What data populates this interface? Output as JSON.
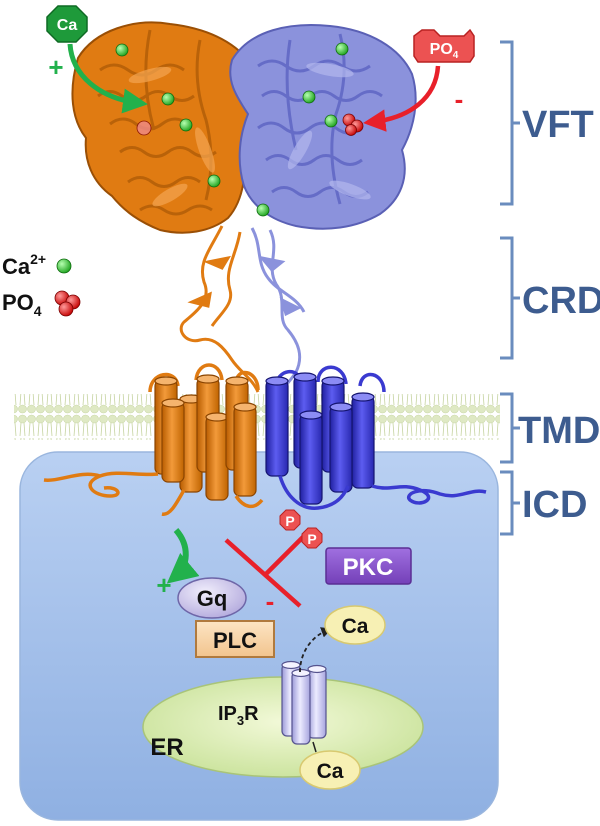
{
  "domains": {
    "vft": "VFT",
    "crd": "CRD",
    "tmd": "TMD",
    "icd": "ICD"
  },
  "legend": {
    "calcium": "Ca",
    "calcium_charge": "2+",
    "phosphate": "PO",
    "phosphate_sub": "4"
  },
  "ligand_tags": {
    "calcium": "Ca",
    "calcium_effect": "+",
    "phosphate": "PO",
    "phosphate_sub": "4",
    "phosphate_effect": "-"
  },
  "signaling": {
    "gq": "Gq",
    "plc": "PLC",
    "pkc": "PKC",
    "phospho_1": "P",
    "phospho_2": "P",
    "gq_effect": "+",
    "pkc_effect": "-",
    "ip3r": "IP",
    "ip3r_sub": "3",
    "ip3r_suffix": "R",
    "er": "ER",
    "ca_released": "Ca",
    "ca_stored": "Ca"
  },
  "colors": {
    "subunit_a": "#e07b12",
    "subunit_b": "#3a3ad0",
    "subunit_b_light": "#8b92dc",
    "cytoplasm": "#a9c4ec",
    "membrane": "#dde8c0",
    "er": "#d8ebb0",
    "bracket": "#6a8cbe",
    "label": "#3d5c8f",
    "activation": "#22b14c",
    "inhibition": "#e8202a",
    "pkc": "#8a4fc9",
    "plc": "#f6d2a6",
    "gq": "#c8c2e8",
    "ca_bubble": "#f7f0b4"
  }
}
